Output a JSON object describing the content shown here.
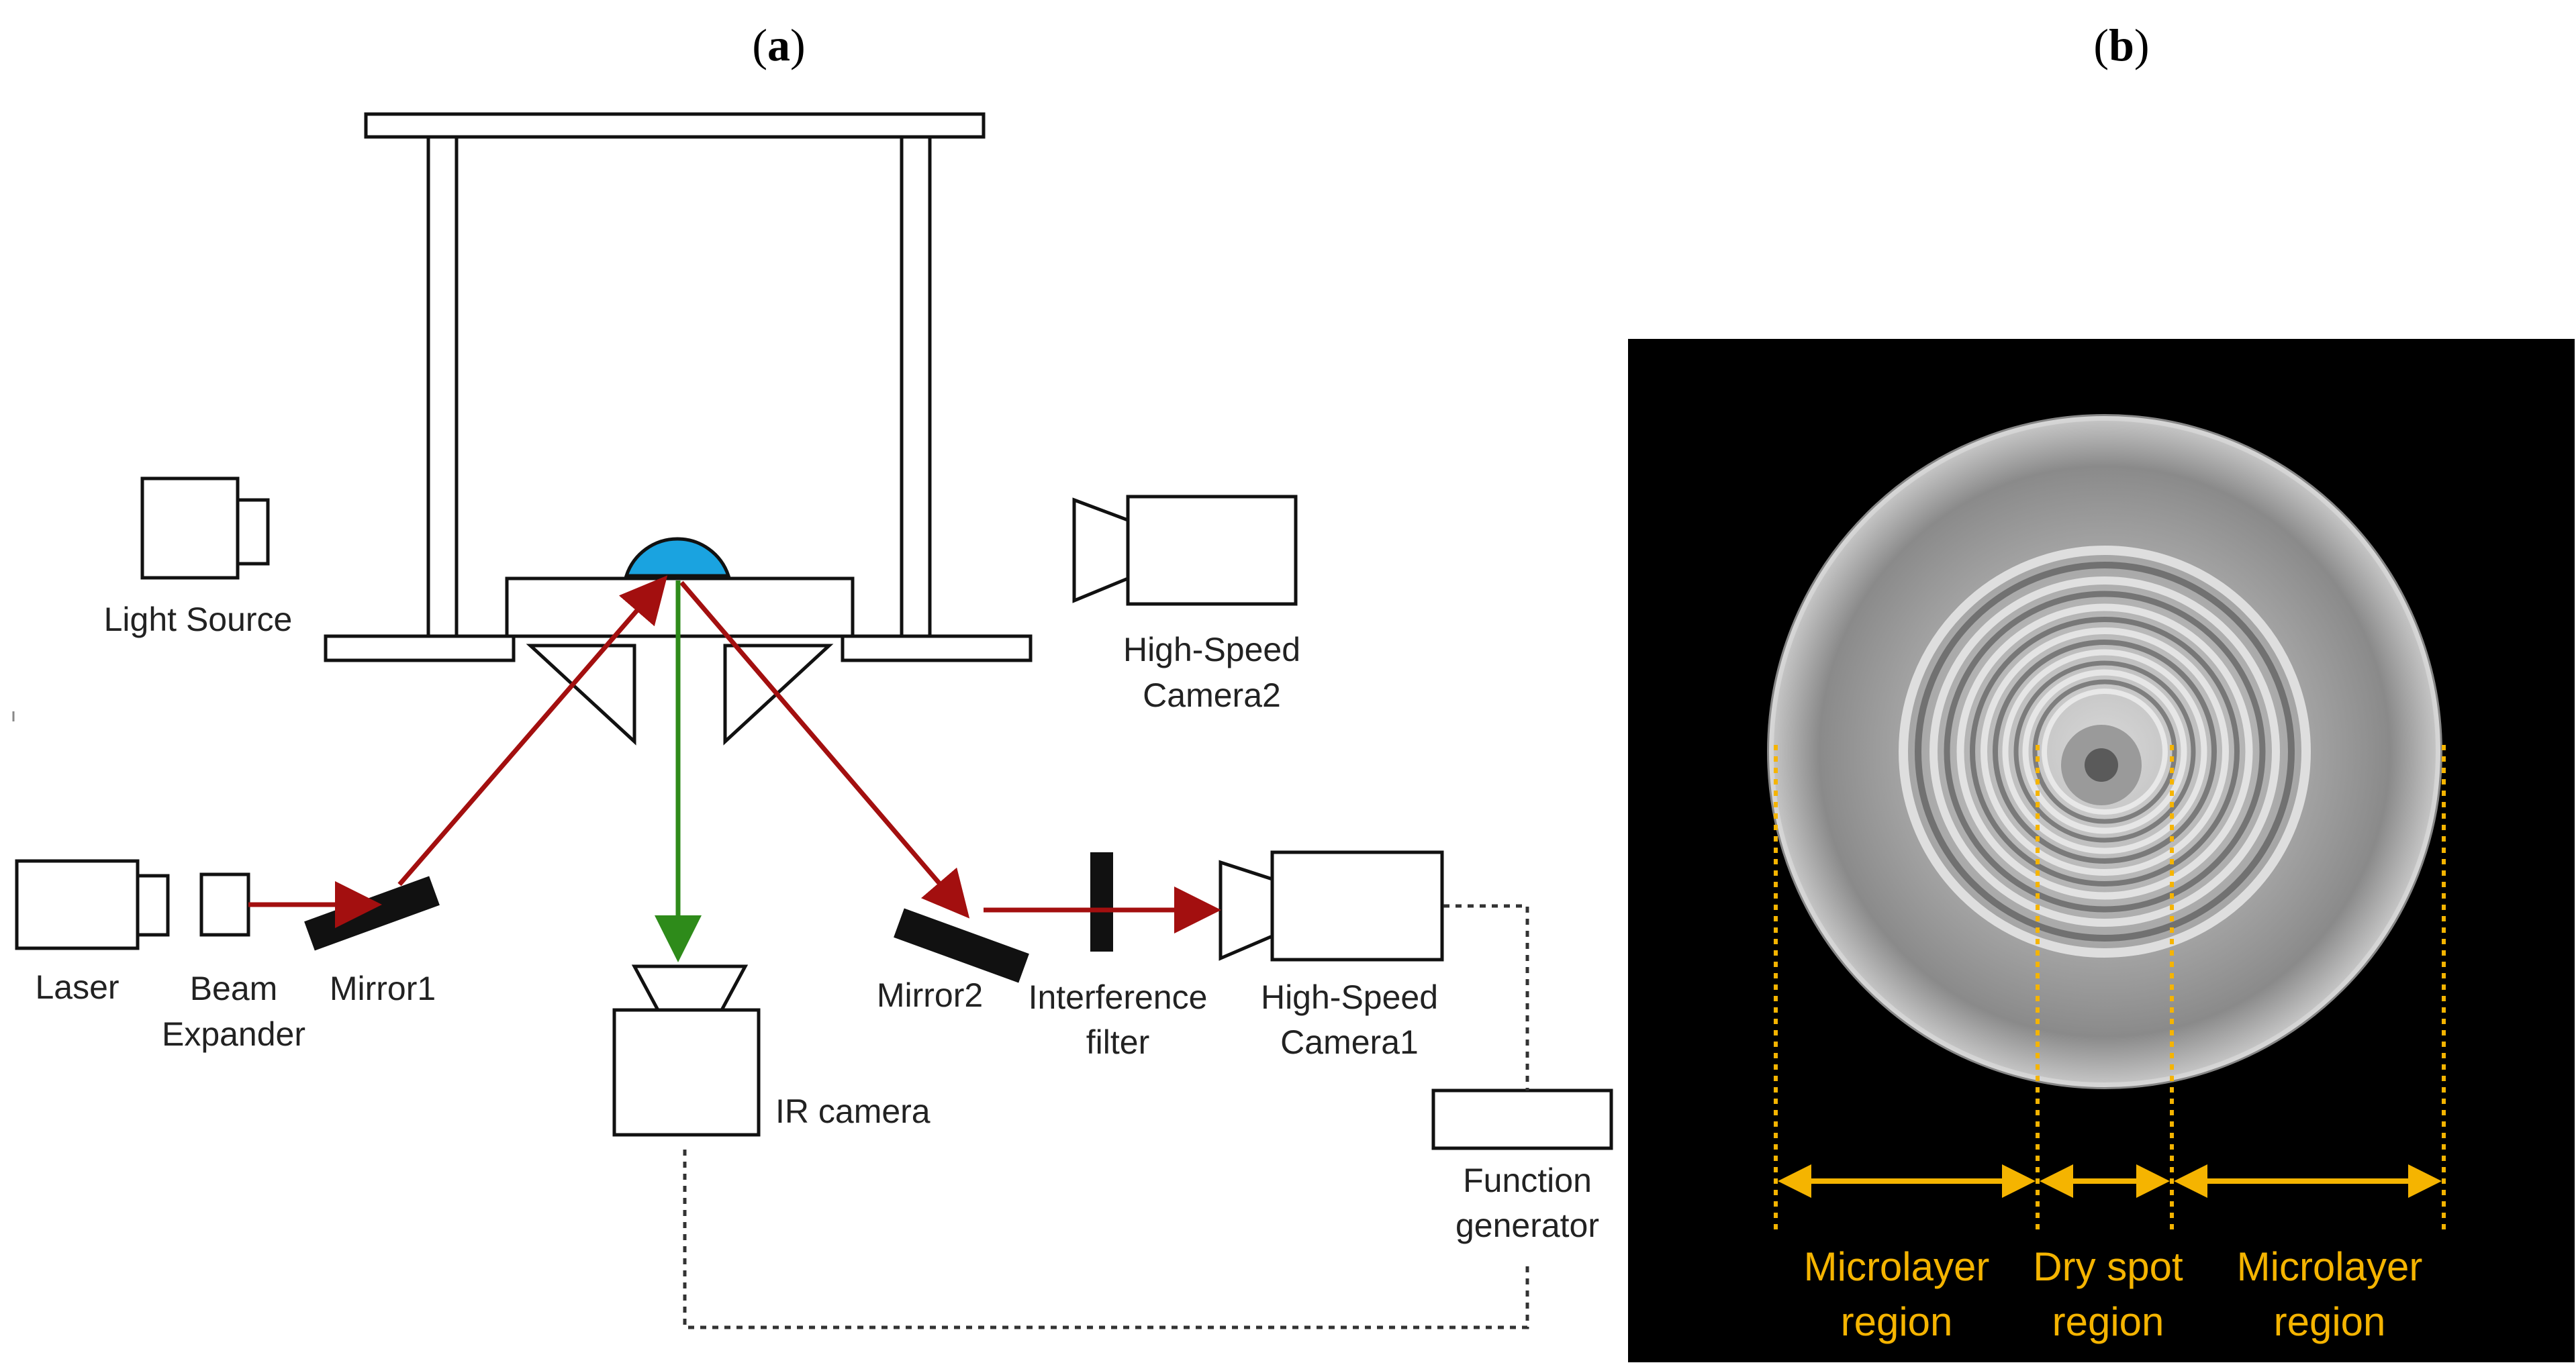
{
  "panel_a": {
    "label_open": "(",
    "label_letter": "a",
    "label_close": ")",
    "labels": {
      "light_source": "Light Source",
      "hs_camera2_line1": "High-Speed",
      "hs_camera2_line2": "Camera2",
      "laser": "Laser",
      "beam_expander_line1": "Beam",
      "beam_expander_line2": "Expander",
      "mirror1": "Mirror1",
      "mirror2": "Mirror2",
      "interference_filter_line1": "Interference",
      "interference_filter_line2": "filter",
      "hs_camera1_line1": "High-Speed",
      "hs_camera1_line2": "Camera1",
      "ir_camera": "IR camera",
      "function_generator_line1": "Function",
      "function_generator_line2": "generator"
    },
    "colors": {
      "laser_beam": "#a30f0f",
      "ir_beam": "#2e8b1a",
      "droplet": "#1aa3e0",
      "outline": "#111111"
    }
  },
  "panel_b": {
    "label_open": "(",
    "label_letter": "b",
    "label_close": ")",
    "regions": [
      {
        "line1": "Microlayer",
        "line2": "region"
      },
      {
        "line1": "Dry spot",
        "line2": "region"
      },
      {
        "line1": "Microlayer",
        "line2": "region"
      }
    ],
    "colors": {
      "background": "#000000",
      "annotation": "#f5b400"
    }
  }
}
